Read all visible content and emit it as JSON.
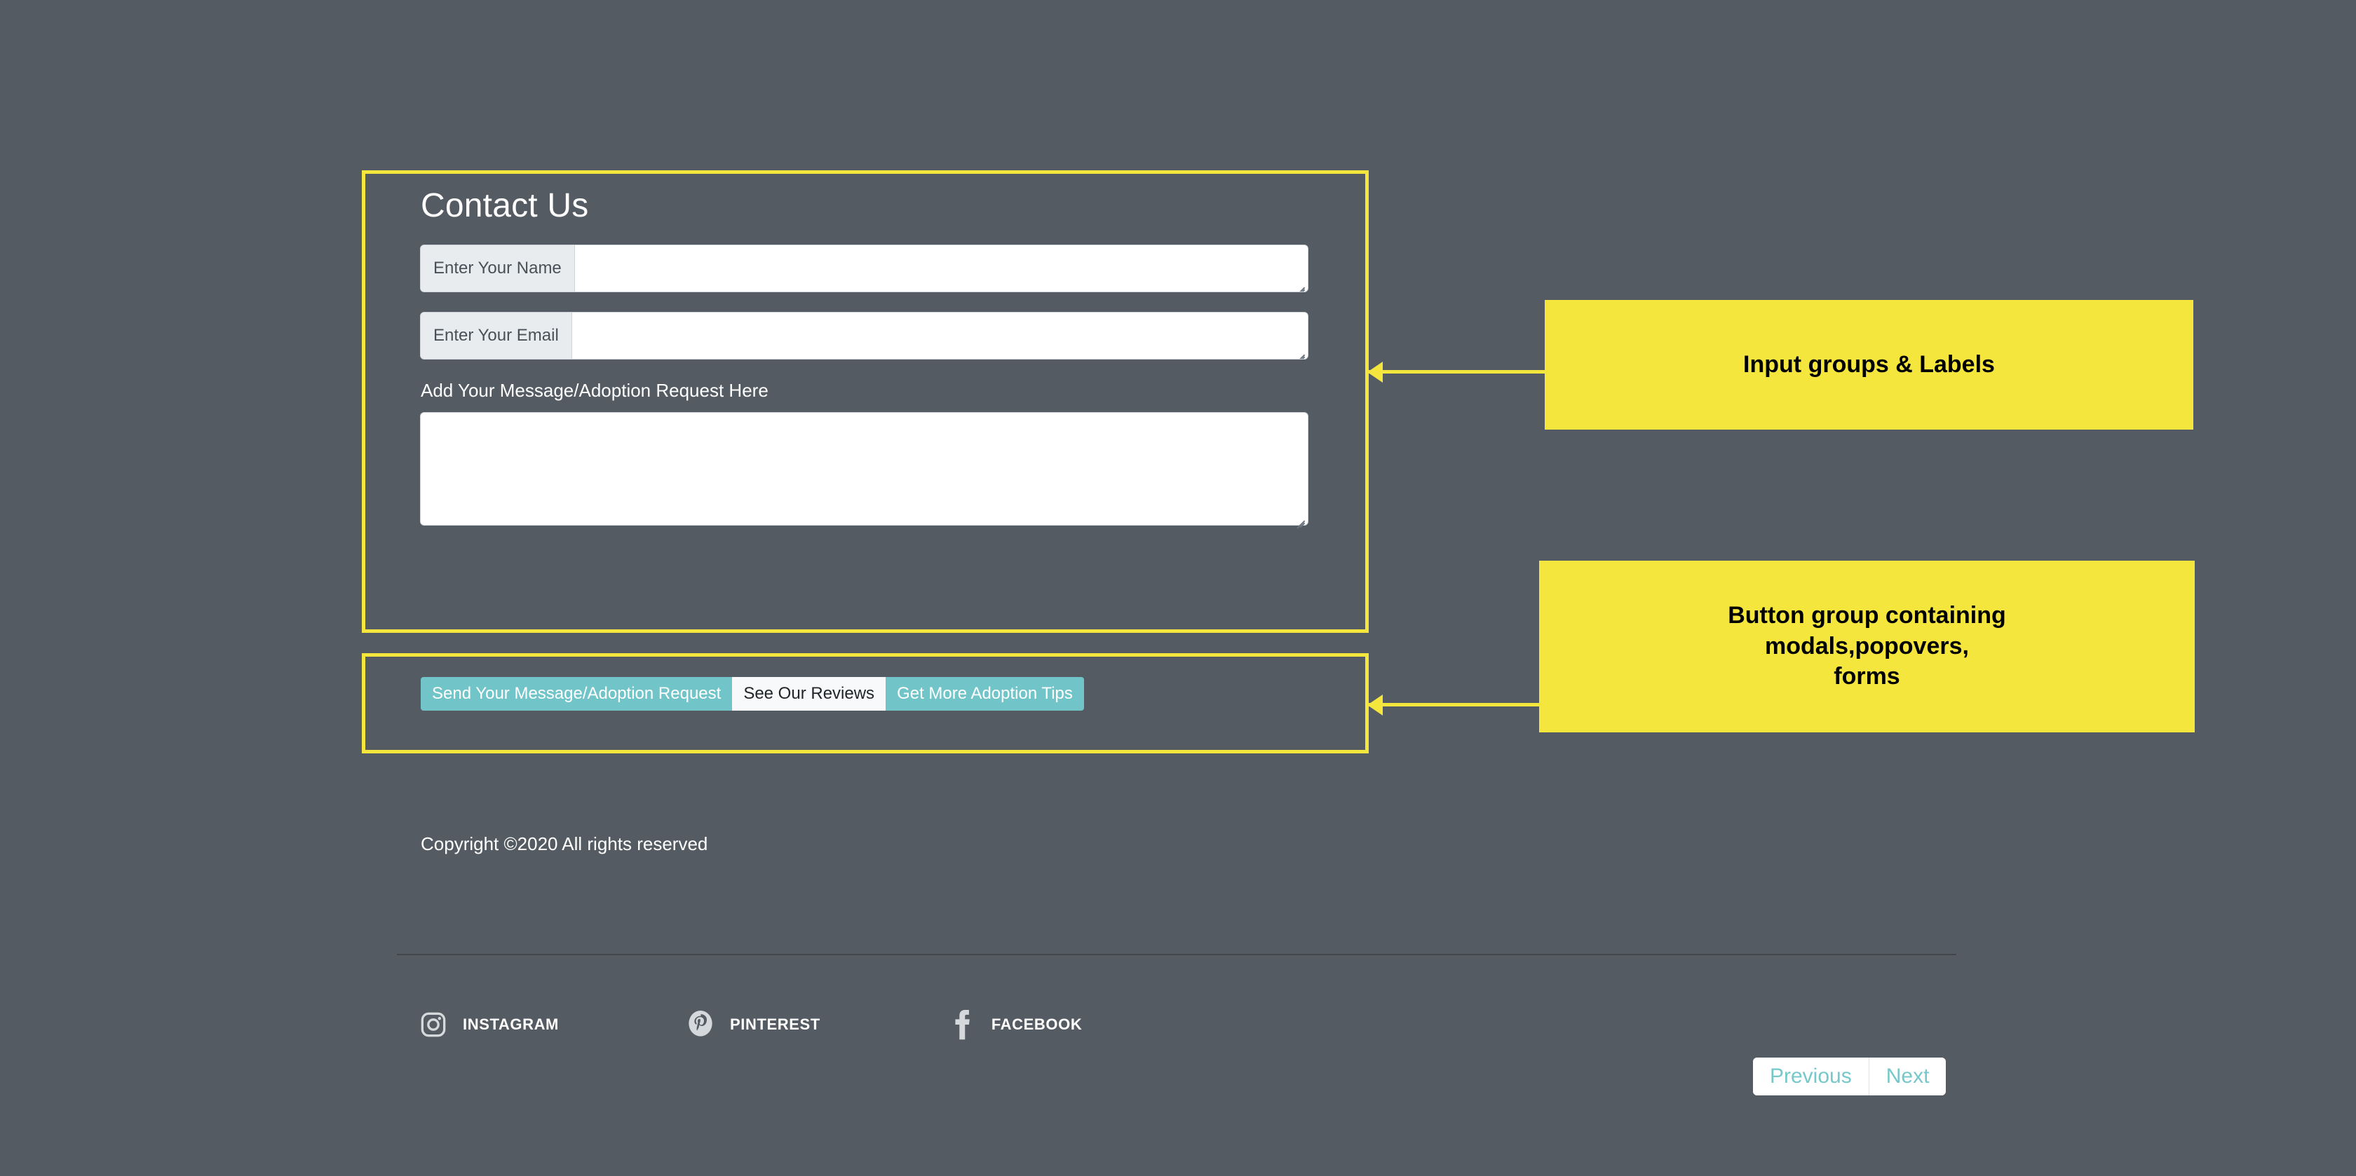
{
  "theme": {
    "page_background": "#545b62",
    "annotation_yellow": "#f5e63d",
    "accent_teal": "#71c5c8",
    "input_prepend_bg": "#e9ecef",
    "light_button_bg": "#f8f9fa",
    "divider": "#41464b"
  },
  "form": {
    "title": "Contact Us",
    "name_group": {
      "label": "Enter Your Name",
      "value": "",
      "placeholder": ""
    },
    "email_group": {
      "label": "Enter Your Email",
      "value": "",
      "placeholder": ""
    },
    "message": {
      "label": "Add Your Message/Adoption Request Here",
      "value": "",
      "placeholder": ""
    }
  },
  "button_group": {
    "buttons": [
      {
        "label": "Send Your Message/Adoption Request",
        "style": "teal"
      },
      {
        "label": "See Our Reviews",
        "style": "light"
      },
      {
        "label": "Get More Adoption Tips",
        "style": "teal"
      }
    ]
  },
  "annotations": [
    {
      "id": "input-groups",
      "text": "Input groups & Labels",
      "points_to": "contact-form-outline"
    },
    {
      "id": "button-group",
      "text": "Button group containing\nmodals,popovers,\nforms",
      "line1": "Button group containing",
      "line2": "modals,popovers,",
      "line3": "forms",
      "points_to": "button-group-outline"
    }
  ],
  "footer": {
    "copyright": "Copyright ©2020 All rights reserved",
    "social": [
      {
        "label": "INSTAGRAM",
        "icon": "instagram-icon"
      },
      {
        "label": "PINTEREST",
        "icon": "pinterest-icon"
      },
      {
        "label": "FACEBOOK",
        "icon": "facebook-icon"
      }
    ]
  },
  "pagination": {
    "previous_label": "Previous",
    "next_label": "Next"
  }
}
